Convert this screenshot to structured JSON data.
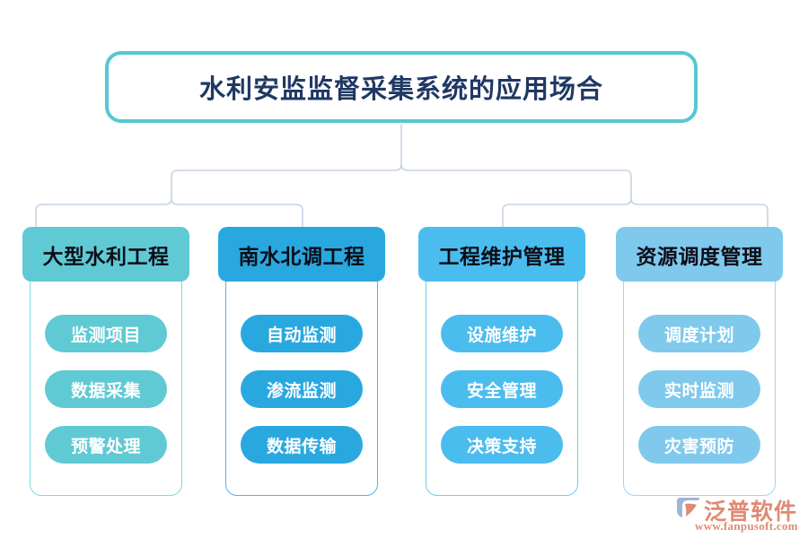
{
  "title": {
    "text": "水利安监监督采集系统的应用场合",
    "border_color": "#55c8d4",
    "text_color": "#1f3864"
  },
  "connectors": {
    "line_color": "#c6d3e3"
  },
  "columns": [
    {
      "header": "大型水利工程",
      "color": "#5fcad3",
      "border_color": "#7fd8dd",
      "items": [
        "监测项目",
        "数据采集",
        "预警处理"
      ]
    },
    {
      "header": "南水北调工程",
      "color": "#29a8e0",
      "border_color": "#4cb7e8",
      "items": [
        "自动监测",
        "渗流监测",
        "数据传输"
      ]
    },
    {
      "header": "工程维护管理",
      "color": "#4bbcee",
      "border_color": "#71c9f0",
      "items": [
        "设施维护",
        "安全管理",
        "决策支持"
      ]
    },
    {
      "header": "资源调度管理",
      "color": "#7fc9ec",
      "border_color": "#9ed6f1",
      "items": [
        "调度计划",
        "实时监测",
        "灾害预防"
      ]
    }
  ],
  "logo": {
    "name": "泛普软件",
    "url": "www.fanpusoft.com",
    "color": "#e08a72"
  }
}
